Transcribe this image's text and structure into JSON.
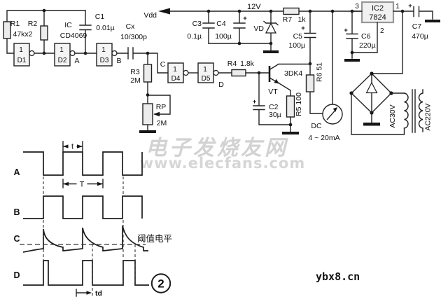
{
  "watermark": {
    "site_name": "电子发烧友网",
    "site_url": "www.elecfans.com"
  },
  "branding": {
    "corner_logo": "ybx8.cn"
  },
  "figure": {
    "number": "2"
  },
  "sym": {
    "plus": "+"
  },
  "schematic": {
    "power_rail": {
      "vdd": "Vdd",
      "voltage": "12V"
    },
    "oscillator": {
      "r1": "R1",
      "r2": "R2",
      "r1r2_value": "47kx2",
      "ic1_ref": "IC",
      "ic1_part": "CD4069",
      "c1": "C1",
      "c1_value": "0.01µ",
      "cx": "Cx",
      "cx_value": "10/300p",
      "r3": "R3",
      "r3_value": "2M",
      "rp": "RP",
      "rp_value": "2M",
      "gate_num": "1",
      "d1": "D1",
      "d2": "D2",
      "d3": "D3",
      "d4": "D4",
      "d5": "D5",
      "node_a": "A",
      "node_b": "B",
      "node_c": "C",
      "node_d": "D"
    },
    "driver": {
      "r4": "R4",
      "r4_value": "1.8k",
      "vt_ref": "VT",
      "vt_part": "3DK4",
      "c2": "C2",
      "c2_value": "30µ",
      "r5": "R5 100",
      "r6": "R6 51"
    },
    "meter": {
      "label": "DC",
      "range": "4 ~ 20mA"
    },
    "supply": {
      "c3": "C3",
      "c3_value": "0.1µ",
      "c4": "C4",
      "c4_value": "100µ",
      "vd": "VD",
      "r7": "R7",
      "r7_value": "1k",
      "c5": "C5",
      "c5_value": "100µ",
      "ic2_ref": "IC2",
      "ic2_part": "7824",
      "pin_3": "3",
      "pin_1": "1",
      "pin_2": "2",
      "c6": "C6",
      "c6_value": "220µ",
      "c7": "C7",
      "c7_value": "470µ"
    },
    "transformer": {
      "secondary": "AC30V",
      "primary": "AC220V"
    }
  },
  "waveforms": {
    "row_a": "A",
    "row_b": "B",
    "row_c": "C",
    "row_d": "D",
    "pulse_width": "t",
    "period": "T",
    "delay": "td",
    "threshold": "阈值电平"
  }
}
